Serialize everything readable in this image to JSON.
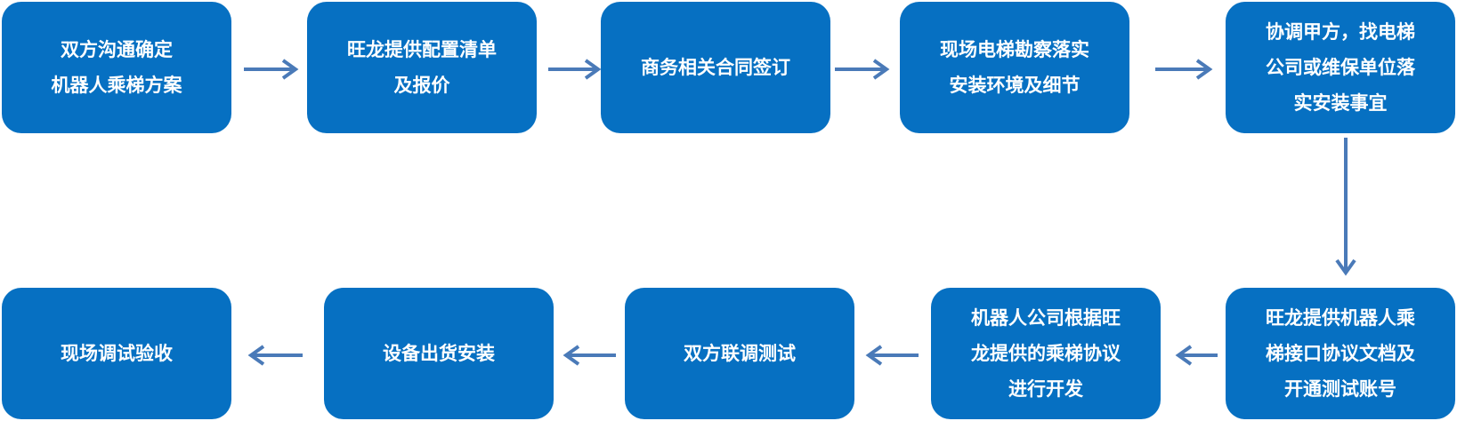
{
  "colors": {
    "node_fill": "#0670c2",
    "node_text": "#ffffff",
    "arrow": "#4a7ab8"
  },
  "steps": [
    {
      "id": "s1",
      "text": "双方沟通确定\n机器人乘梯方案"
    },
    {
      "id": "s2",
      "text": "旺龙提供配置清单\n及报价"
    },
    {
      "id": "s3",
      "text": "商务相关合同签订"
    },
    {
      "id": "s4",
      "text": "现场电梯勘察落实\n安装环境及细节"
    },
    {
      "id": "s5",
      "text": "协调甲方，找电梯\n公司或维保单位落\n实安装事宜"
    },
    {
      "id": "s6",
      "text": "旺龙提供机器人乘\n梯接口协议文档及\n开通测试账号"
    },
    {
      "id": "s7",
      "text": "机器人公司根据旺\n龙提供的乘梯协议\n进行开发"
    },
    {
      "id": "s8",
      "text": "双方联调测试"
    },
    {
      "id": "s9",
      "text": "设备出货安装"
    },
    {
      "id": "s10",
      "text": "现场调试验收"
    }
  ],
  "connections": [
    {
      "from": "s1",
      "to": "s2"
    },
    {
      "from": "s2",
      "to": "s3"
    },
    {
      "from": "s3",
      "to": "s4"
    },
    {
      "from": "s4",
      "to": "s5"
    },
    {
      "from": "s5",
      "to": "s6"
    },
    {
      "from": "s6",
      "to": "s7"
    },
    {
      "from": "s7",
      "to": "s8"
    },
    {
      "from": "s8",
      "to": "s9"
    },
    {
      "from": "s9",
      "to": "s10"
    }
  ]
}
